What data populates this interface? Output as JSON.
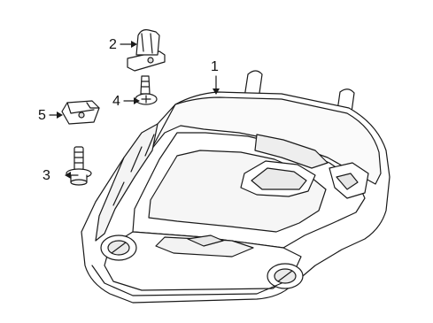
{
  "callouts": [
    {
      "id": "1",
      "label": "1"
    },
    {
      "id": "2",
      "label": "2"
    },
    {
      "id": "3",
      "label": "3"
    },
    {
      "id": "4",
      "label": "4"
    },
    {
      "id": "5",
      "label": "5"
    }
  ],
  "colors": {
    "line": "#1a1a1a",
    "fill": "#ffffff",
    "shade": "#f2f2f2"
  }
}
